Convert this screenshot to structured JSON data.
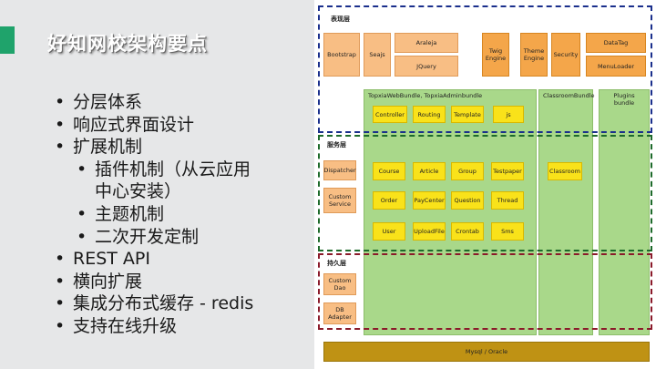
{
  "slide": {
    "title": "好知网校架构要点"
  },
  "bullets": [
    {
      "text": "分层体系",
      "level": 1
    },
    {
      "text": "响应式界面设计",
      "level": 1
    },
    {
      "text": "扩展机制",
      "level": 1
    },
    {
      "text": "插件机制（从云应用",
      "level": 2
    },
    {
      "text": "中心安装）",
      "level": 3
    },
    {
      "text": "主题机制",
      "level": 2
    },
    {
      "text": "二次开发定制",
      "level": 2
    },
    {
      "text": "REST API",
      "level": 1
    },
    {
      "text": "横向扩展",
      "level": 1
    },
    {
      "text": "集成分布式缓存 - redis",
      "level": 1
    },
    {
      "text": "支持在线升级",
      "level": 1
    }
  ],
  "diagram": {
    "layers": {
      "presentation": "表现层",
      "service": "服务层",
      "persistence": "持久层"
    },
    "bundles": {
      "topxia": "TopxiaWebBundle, TopxiaAdminbundle",
      "classroom": "ClassroomBundle",
      "plugins": "Plugins bundle"
    },
    "presentation": {
      "bootstrap": "Bootstrap",
      "seajs": "Seajs",
      "arale": "Araleja",
      "jquery": "JQuery",
      "twig": "Twig Engine",
      "theme": "Theme Engine",
      "security": "Security",
      "datatag": "DataTag",
      "menuloader": "MenuLoader",
      "controller": "Controller",
      "routing": "Routing",
      "template": "Template",
      "js": "js"
    },
    "service": {
      "dispatcher": "Dispatcher",
      "custom_service": "Custom Service",
      "course": "Course",
      "article": "Article",
      "group": "Group",
      "testpaper": "Testpaper",
      "order": "Order",
      "paycenter": "PayCenter",
      "question": "Question",
      "thread": "Thread",
      "user": "User",
      "uploadfile": "UploadFile",
      "crontab": "Crontab",
      "sms": "Sms",
      "classroom": "Classroom"
    },
    "persistence": {
      "custom_dao": "Custom Dao",
      "db_adapter": "DB Adapter"
    },
    "database": "Mysql / Oracle"
  }
}
